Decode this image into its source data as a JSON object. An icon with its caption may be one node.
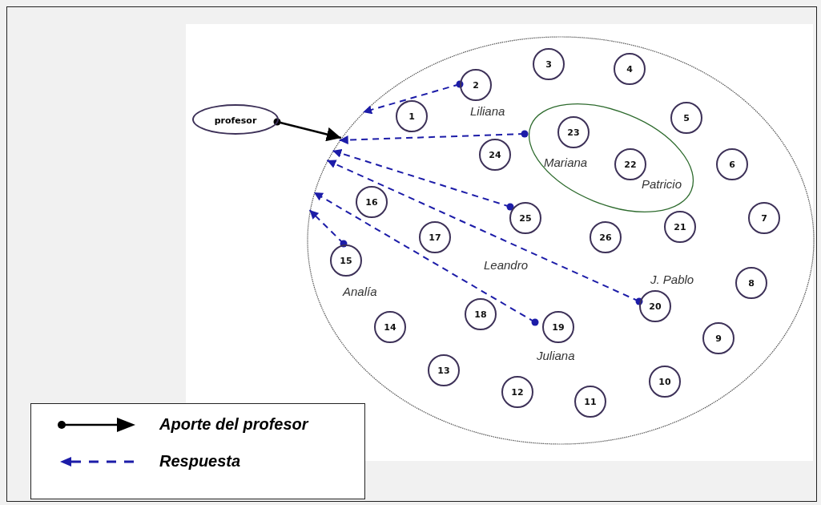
{
  "diagram": {
    "nodes": [
      {
        "text": [
          "profesor"
        ]
      },
      {
        "text": [],
        "shape": "ellipse"
      },
      {
        "text": [],
        "shape": "ellipse",
        "in": 1
      },
      {
        "text": [
          "1"
        ],
        "in": 1
      },
      {
        "text": [
          "2"
        ],
        "in": 1,
        "beside": [
          "Liliana"
        ]
      },
      {
        "text": [
          "3"
        ],
        "in": 1
      },
      {
        "text": [
          "4"
        ],
        "in": 1
      },
      {
        "text": [
          "5"
        ],
        "in": 1
      },
      {
        "text": [
          "6"
        ],
        "in": 1
      },
      {
        "text": [
          "7"
        ],
        "in": 1
      },
      {
        "text": [
          "8"
        ],
        "in": 1
      },
      {
        "text": [
          "9"
        ],
        "in": 1
      },
      {
        "text": [
          "10"
        ],
        "in": 1
      },
      {
        "text": [
          "11"
        ],
        "in": 1
      },
      {
        "text": [
          "12"
        ],
        "in": 1
      },
      {
        "text": [
          "13"
        ],
        "in": 1
      },
      {
        "text": [
          "14"
        ],
        "in": 1
      },
      {
        "text": [
          "15"
        ],
        "in": 1,
        "beside": [
          "Analía"
        ]
      },
      {
        "text": [
          "16"
        ],
        "in": 1
      },
      {
        "text": [
          "17"
        ],
        "in": 1
      },
      {
        "text": [
          "18"
        ],
        "in": 1
      },
      {
        "text": [
          "19"
        ],
        "in": 1,
        "beside": [
          "Juliana"
        ]
      },
      {
        "text": [
          "20"
        ],
        "in": 1,
        "beside": [
          "J. Pablo"
        ]
      },
      {
        "text": [
          "21"
        ],
        "in": 1
      },
      {
        "text": [
          "22"
        ],
        "in": 2,
        "beside": [
          "Patricio"
        ]
      },
      {
        "text": [
          "23"
        ],
        "in": 2,
        "beside": [
          "Mariana"
        ]
      },
      {
        "text": [
          "24"
        ],
        "in": 1
      },
      {
        "text": [
          "25"
        ],
        "in": 1,
        "beside": [
          "Leandro"
        ]
      },
      {
        "text": [
          "26"
        ],
        "in": 1
      }
    ],
    "edges": [
      {
        "from": 0,
        "to": 1,
        "arrow": "to",
        "color": "#000000"
      },
      {
        "from": 4,
        "to": 1,
        "arrow": "to",
        "style": "dashed"
      },
      {
        "from": 2,
        "to": 1,
        "arrow": "to",
        "style": "dashed"
      },
      {
        "from": 27,
        "to": 1,
        "arrow": "to",
        "style": "dashed"
      },
      {
        "from": 22,
        "to": 1,
        "arrow": "to",
        "style": "dashed"
      },
      {
        "from": 21,
        "to": 1,
        "arrow": "to",
        "style": "dashed"
      },
      {
        "from": 17,
        "to": 1,
        "arrow": "to",
        "style": "dashed"
      }
    ],
    "legend": [
      {
        "text": "Aporte del profesor"
      },
      {
        "text": "Respuesta"
      }
    ]
  }
}
